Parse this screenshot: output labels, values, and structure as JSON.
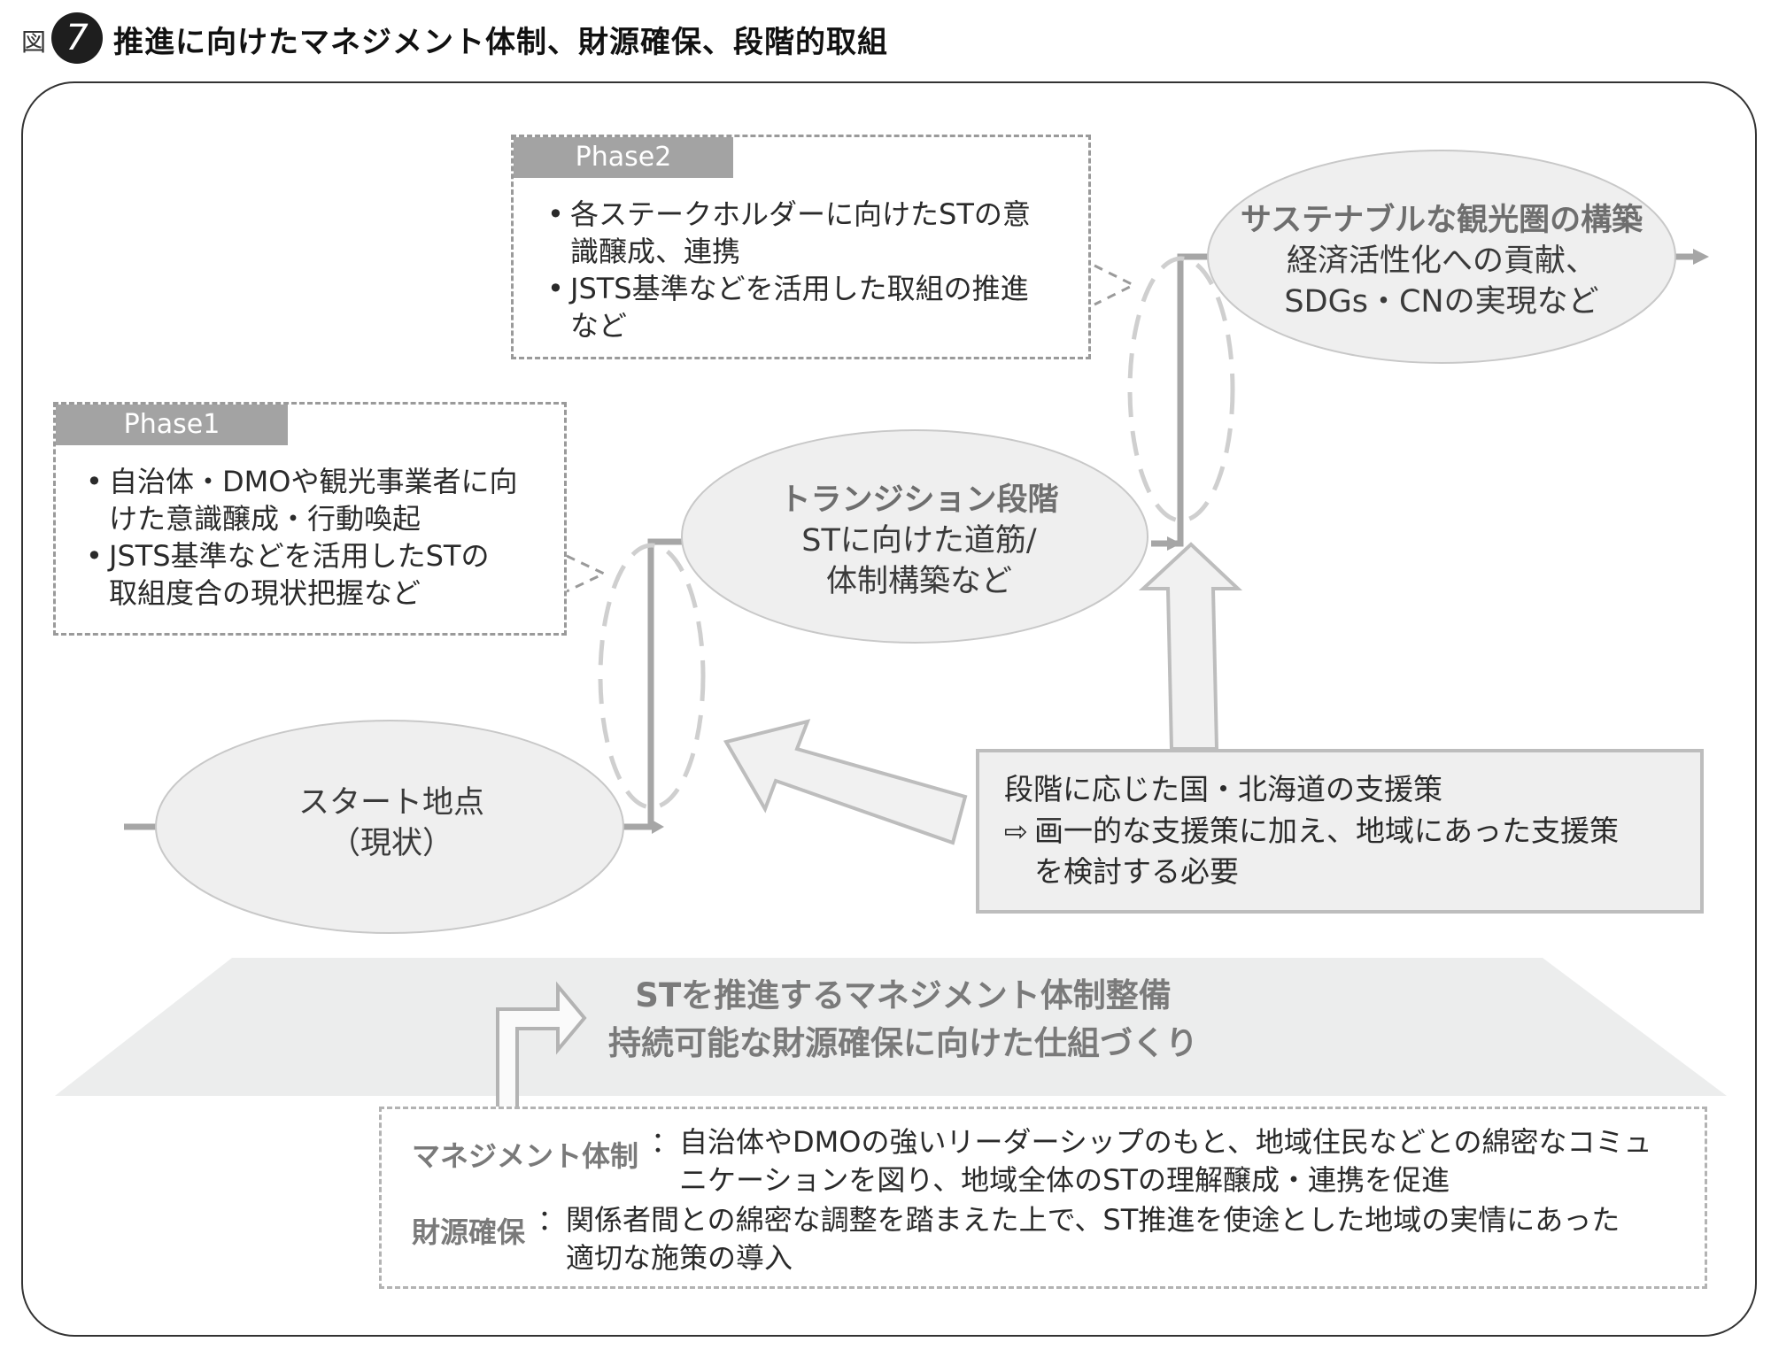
{
  "header": {
    "figure_label": "図",
    "figure_number": "7",
    "title": "推進に向けたマネジメント体制、財源確保、段階的取組"
  },
  "phase2": {
    "tag": "Phase2",
    "bullets": [
      {
        "line1": "各ステークホルダーに向けたSTの意",
        "line2": "識醸成、連携"
      },
      {
        "line1": "JSTS基準などを活用した取組の推進",
        "line2": "など"
      }
    ]
  },
  "phase1": {
    "tag": "Phase1",
    "bullets": [
      {
        "line1": "自治体・DMOや観光事業者に向",
        "line2": "けた意識醸成・行動喚起"
      },
      {
        "line1": "JSTS基準などを活用したSTの",
        "line2": "取組度合の現状把握など"
      }
    ]
  },
  "goal": {
    "title": "サステナブルな観光圏の構築",
    "line2": "経済活性化への貢献、",
    "line3": "SDGs・CNの実現など"
  },
  "transition": {
    "title": "トランジション段階",
    "line2": "STに向けた道筋/",
    "line3": "体制構築など"
  },
  "start": {
    "line1": "スタート地点",
    "line2": "（現状）"
  },
  "support": {
    "title": "段階に応じた国・北海道の支援策",
    "arrow_icon": "⇨",
    "line1": "画一的な支援策に加え、地域にあった支援策",
    "line2": "を検討する必要"
  },
  "foundation": {
    "line1": "STを推進するマネジメント体制整備",
    "line2": "持続可能な財源確保に向けた仕組づくり"
  },
  "info": {
    "management_label": "マネジメント体制",
    "management_line1": "自治体やDMOの強いリーダーシップのもと、地域住民などとの綿密なコミュ",
    "management_line2": "ニケーションを図り、地域全体のSTの理解醸成・連携を促進",
    "finance_label": "財源確保",
    "finance_line1": "関係者間との綿密な調整を踏まえた上で、ST推進を使途とした地域の実情にあった",
    "finance_line2": "適切な施策の導入",
    "separator": "："
  }
}
